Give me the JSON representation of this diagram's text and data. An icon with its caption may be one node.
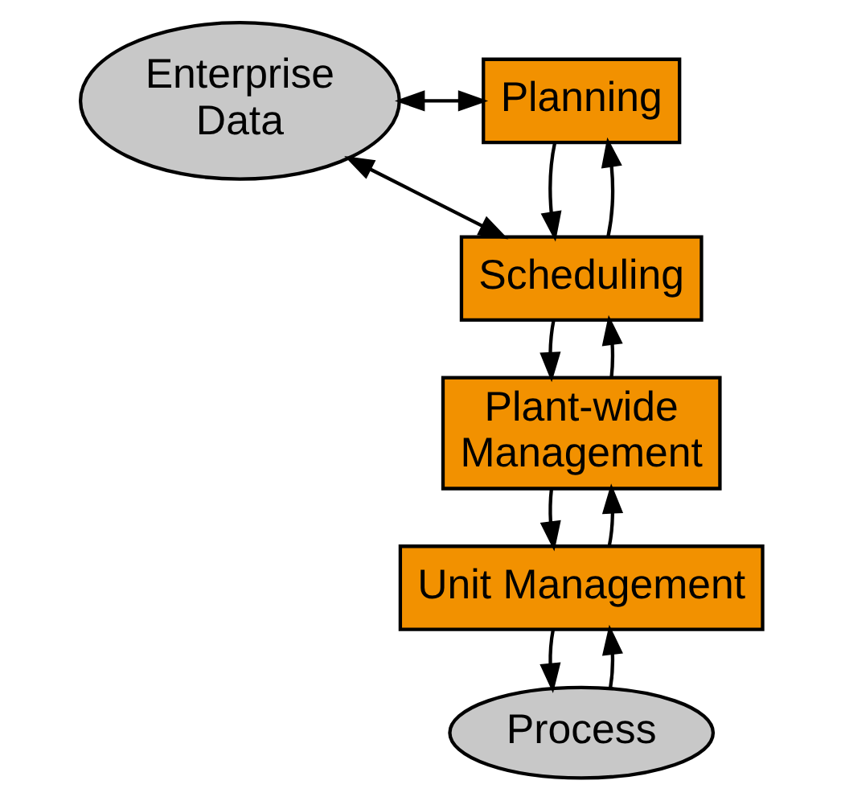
{
  "diagram": {
    "nodes": [
      {
        "text": [
          "Enterprise Data"
        ]
      },
      {
        "text": [
          "Planning"
        ]
      },
      {
        "text": [
          "Scheduling"
        ]
      },
      {
        "text": [
          "Plant-wide Management"
        ]
      },
      {
        "text": [
          "Unit Management"
        ]
      },
      {
        "text": [
          "Process"
        ]
      }
    ],
    "edges": [
      {
        "from": 0,
        "to": 1,
        "arrow": "both"
      },
      {
        "from": 0,
        "to": 2,
        "arrow": "both"
      },
      {
        "from": 1,
        "to": 2,
        "arrow": "to"
      },
      {
        "from": 2,
        "to": 1,
        "arrow": "to"
      },
      {
        "from": 2,
        "to": 3,
        "arrow": "to"
      },
      {
        "from": 3,
        "to": 2,
        "arrow": "to"
      },
      {
        "from": 3,
        "to": 4,
        "arrow": "to"
      },
      {
        "from": 4,
        "to": 3,
        "arrow": "to"
      },
      {
        "from": 4,
        "to": 5,
        "arrow": "to"
      },
      {
        "from": 5,
        "to": 4,
        "arrow": "to"
      }
    ]
  }
}
